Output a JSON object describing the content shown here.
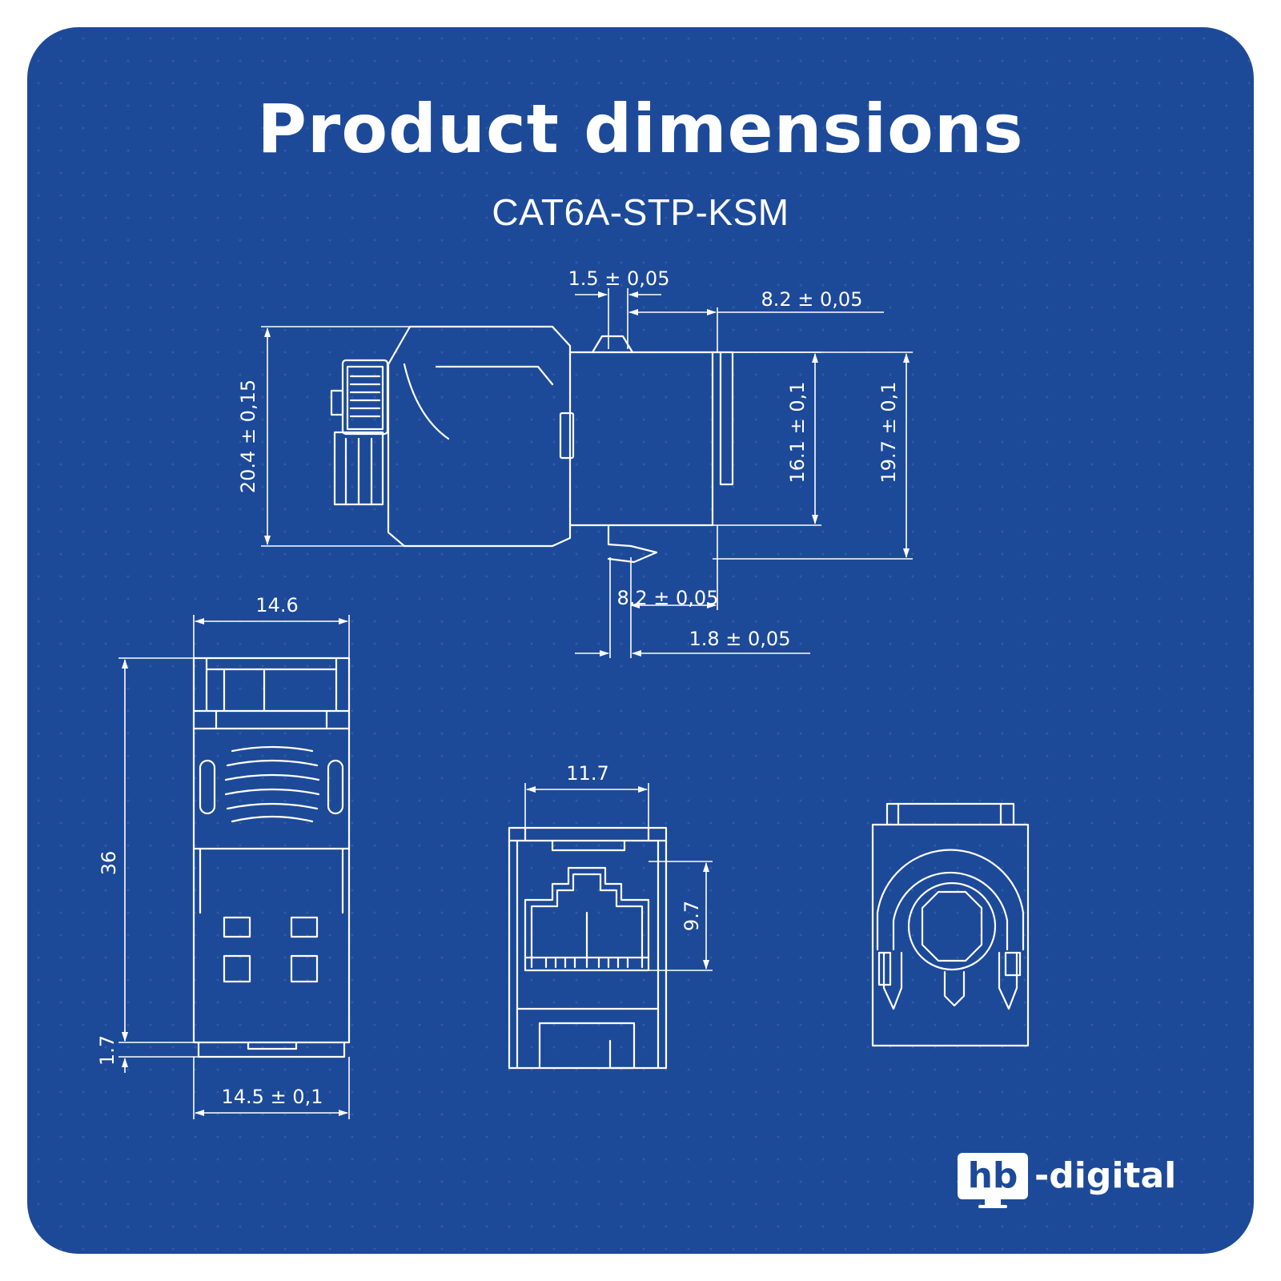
{
  "header": {
    "title": "Product dimensions",
    "subtitle": "CAT6A-STP-KSM"
  },
  "dimensions": {
    "side_view": {
      "top_slot_width": "1.5 ± 0,05",
      "top_offset": "8.2 ± 0,05",
      "overall_height": "20.4 ± 0,15",
      "front_face_height": "16.1 ± 0,1",
      "housing_height": "19.7 ± 0,1",
      "bottom_offset": "8.2 ± 0,05",
      "bottom_slot_width": "1.8 ± 0,05"
    },
    "top_view": {
      "top_width": "14.6",
      "length": "36",
      "base_step": "1.7",
      "bottom_width": "14.5 ± 0,1"
    },
    "front_view": {
      "opening_width": "11.7",
      "opening_height": "9.7"
    }
  },
  "brand": {
    "box_text": "hb",
    "rest_text": "-digital",
    "colors": {
      "background": "#1d4a98",
      "foreground": "#ffffff"
    }
  }
}
